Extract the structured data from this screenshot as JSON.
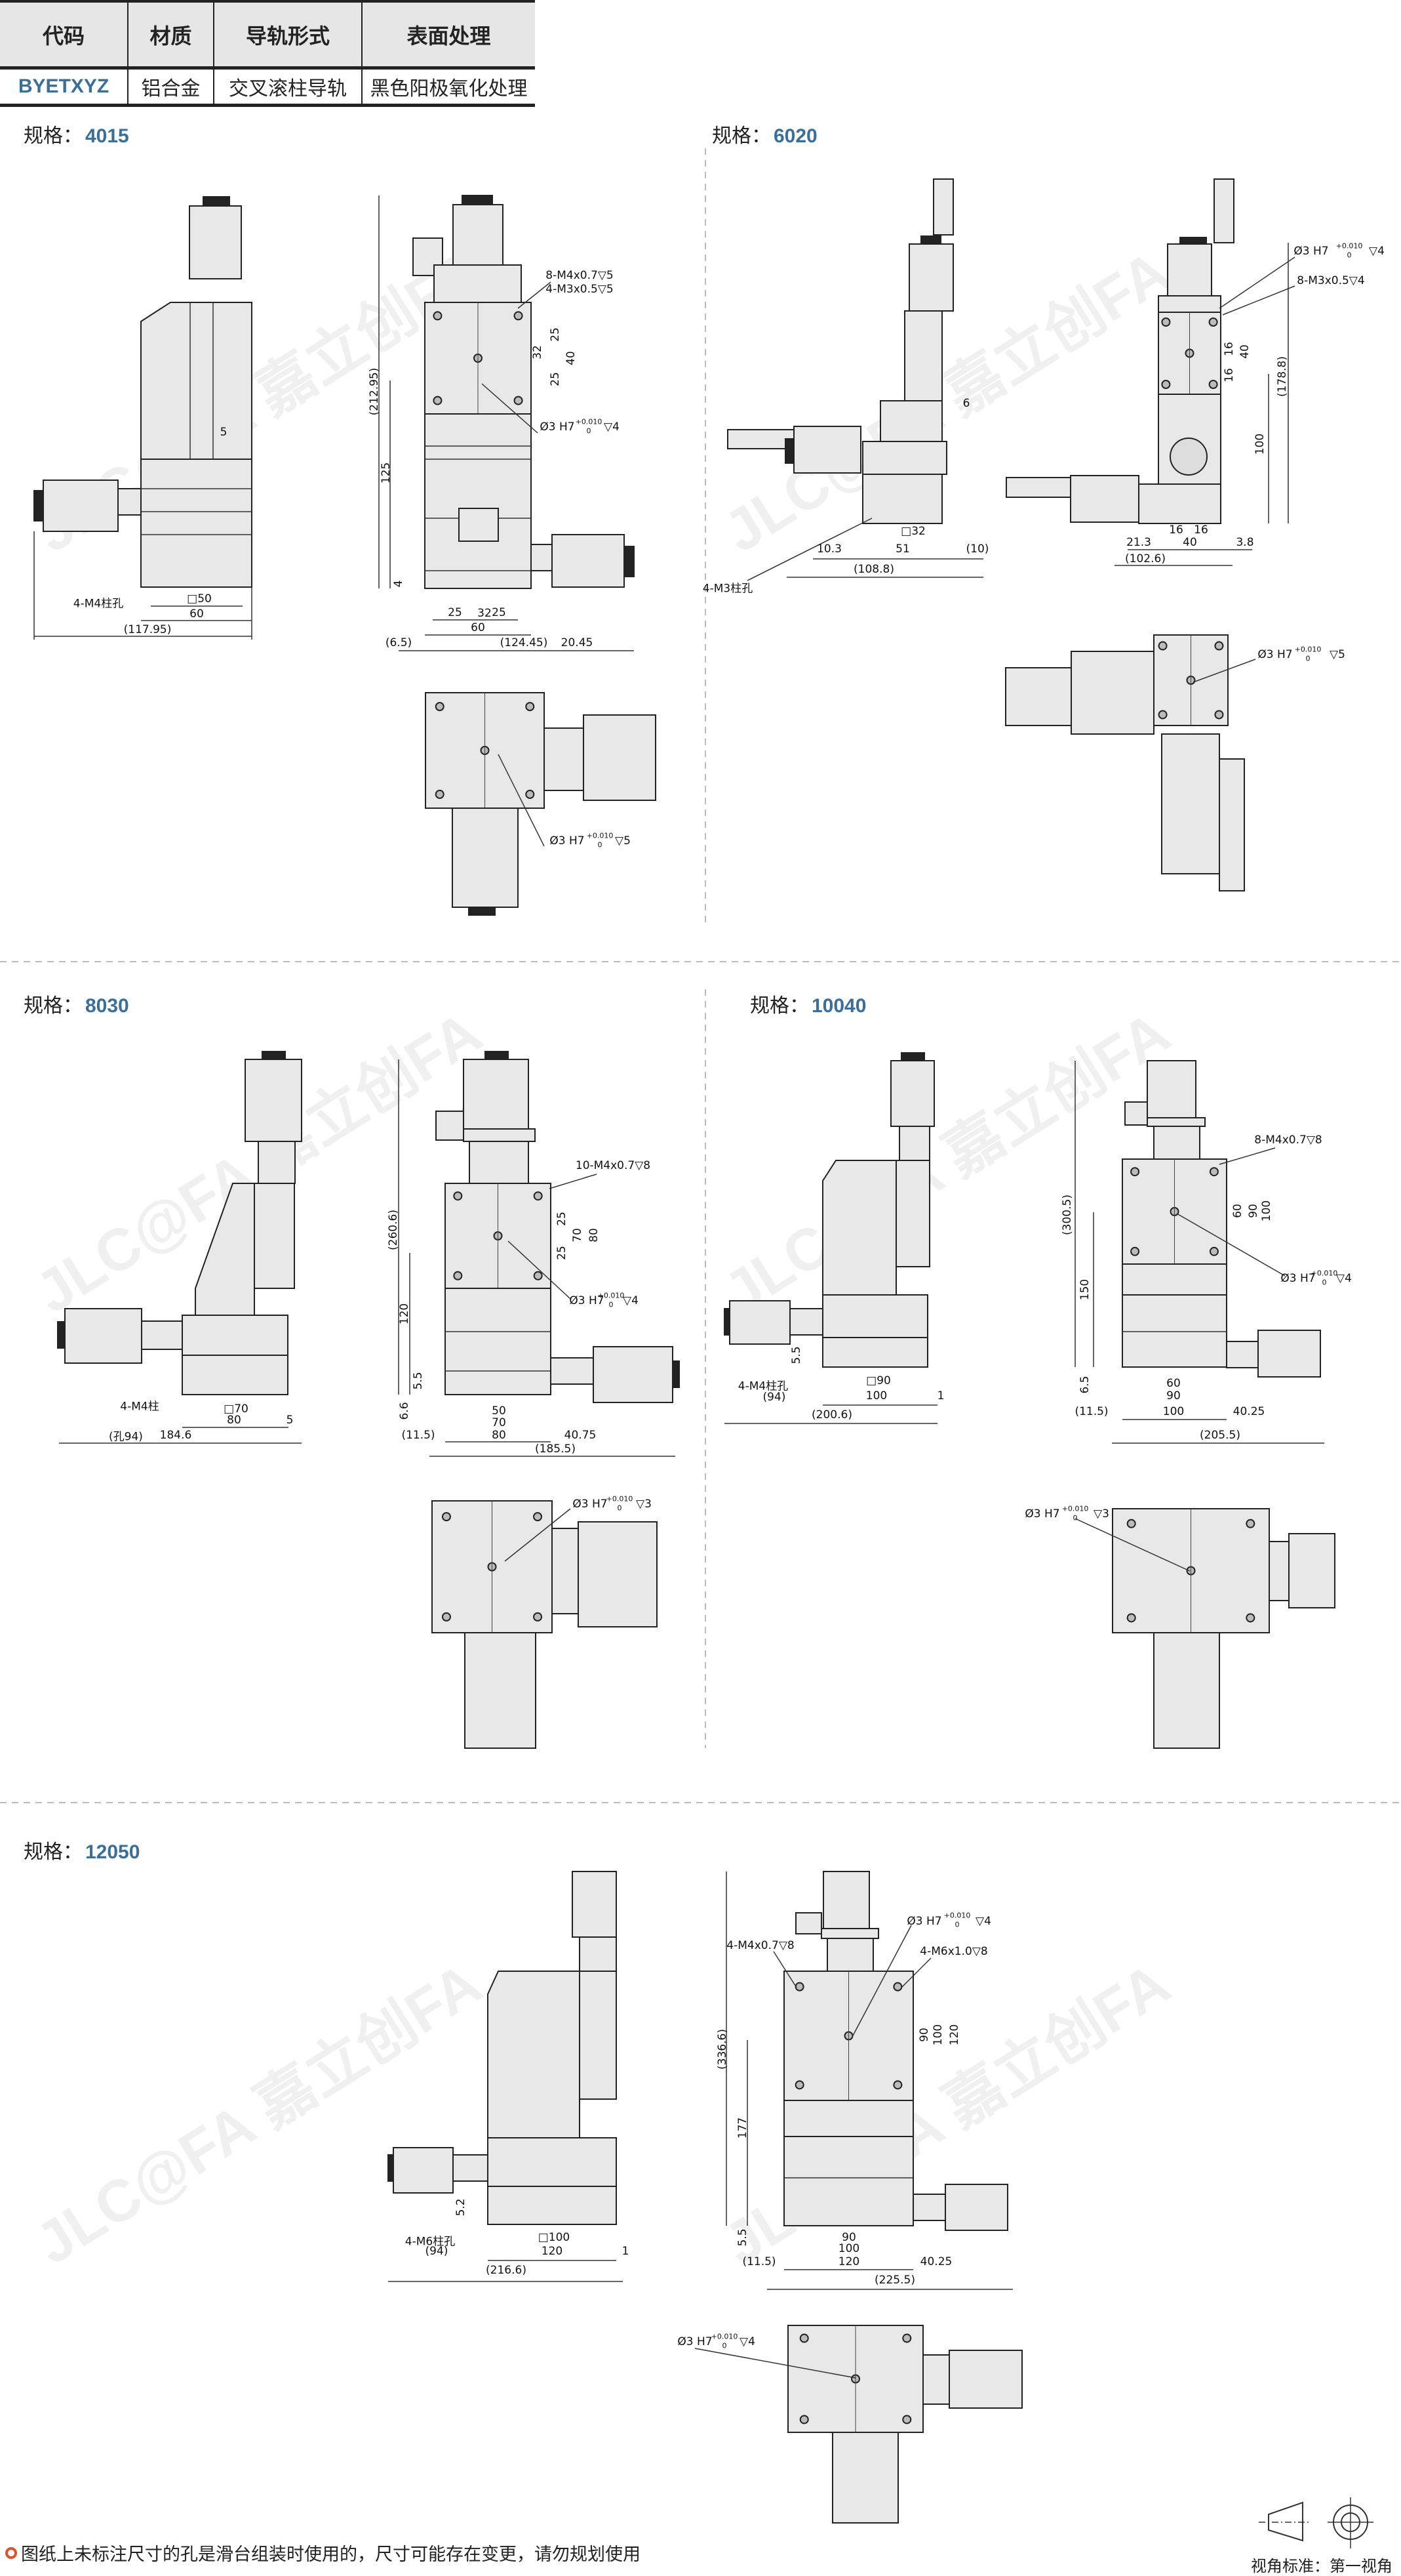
{
  "table": {
    "headers": [
      "代码",
      "材质",
      "导轨形式",
      "表面处理"
    ],
    "row": [
      "BYETXYZ",
      "铝合金",
      "交叉滚柱导轨",
      "黑色阳极氧化处理"
    ]
  },
  "watermark": "JLC@FA 嘉立创FA",
  "sections": {
    "s4015": {
      "title": "规格：",
      "code": "4015",
      "side": [
        "5",
        "4-M4柱孔",
        "□50",
        "60",
        "(117.95)"
      ],
      "front": [
        "8-M4x0.7▽5",
        "4-M3x0.5▽5",
        "Ø3 H7",
        "+0.010",
        "0",
        "▽4",
        "(212.95)",
        "125",
        "25",
        "32",
        "25",
        "40",
        "4",
        "32",
        "25",
        "25",
        "60",
        "(6.5)",
        "20.45",
        "(124.45)"
      ],
      "top": [
        "Ø3 H7",
        "+0.010",
        "0",
        "▽5"
      ]
    },
    "s6020": {
      "title": "规格：",
      "code": "6020",
      "side": [
        "6",
        "□32",
        "10.3",
        "51",
        "(10)",
        "(108.8)",
        "4-M3柱孔"
      ],
      "front": [
        "Ø3 H7",
        "+0.010",
        "0",
        "▽4",
        "8-M3x0.5▽4",
        "16",
        "40",
        "16",
        "(178.8)",
        "100",
        "16",
        "16",
        "21.3",
        "40",
        "3.8",
        "(102.6)"
      ],
      "top": [
        "Ø3 H7",
        "+0.010",
        "0",
        "▽5"
      ]
    },
    "s8030": {
      "title": "规格：",
      "code": "8030",
      "side": [
        "4-M4柱",
        "(孔94)",
        "□70",
        "80",
        "5",
        "184.6"
      ],
      "front": [
        "10-M4x0.7▽8",
        "Ø3 H7",
        "+0.010",
        "0",
        "▽4",
        "(260.6)",
        "120",
        "25",
        "70",
        "80",
        "25",
        "5.5",
        "6.6",
        "50",
        "70",
        "(11.5)",
        "80",
        "40.75",
        "(185.5)"
      ],
      "top": [
        "Ø3 H7",
        "+0.010",
        "0",
        "▽3"
      ]
    },
    "s10040": {
      "title": "规格：",
      "code": "10040",
      "side": [
        "5.5",
        "4-M4柱孔",
        "□90",
        "(94)",
        "100",
        "1",
        "(200.6)"
      ],
      "front": [
        "8-M4x0.7▽8",
        "60",
        "90",
        "100",
        "(300.5)",
        "150",
        "Ø3 H7",
        "+0.010",
        "0",
        "▽4",
        "6.5",
        "60",
        "90",
        "(11.5)",
        "100",
        "40.25",
        "(205.5)"
      ],
      "top": [
        "Ø3 H7",
        "+0.010",
        "0",
        "▽3"
      ]
    },
    "s12050": {
      "title": "规格：",
      "code": "12050",
      "side": [
        "5.2",
        "4-M6柱孔",
        "□100",
        "(94)",
        "120",
        "1",
        "(216.6)"
      ],
      "front": [
        "Ø3 H7",
        "+0.010",
        "0",
        "▽4",
        "4-M4x0.7▽8",
        "4-M6x1.0▽8",
        "90",
        "100",
        "120",
        "(336.6)",
        "177",
        "5.5",
        "90",
        "100",
        "(11.5)",
        "120",
        "40.25",
        "(225.5)"
      ],
      "top": [
        "Ø3 H7",
        "+0.010",
        "0",
        "▽4"
      ]
    }
  },
  "footer": {
    "note_icon": "warning-circle-icon",
    "note": "图纸上未标注尺寸的孔是滑台组装时使用的，尺寸可能存在变更，请勿规划使用",
    "projection_label": "视角标准：第一视角"
  },
  "colors": {
    "accent": "#3a6f9a",
    "note_icon": "#d9532b",
    "part_fill": "#e8e8e8"
  }
}
